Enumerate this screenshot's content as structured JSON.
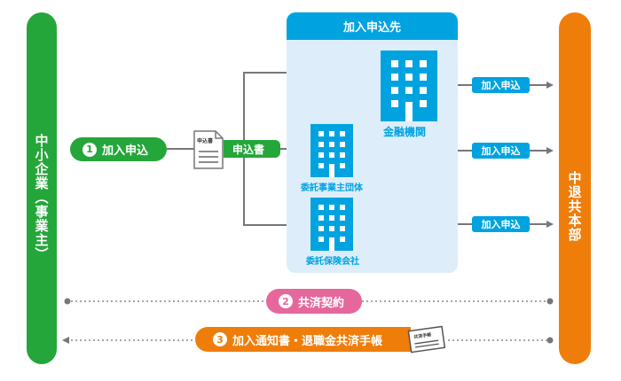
{
  "left_entity": {
    "label": "中小企業（事業主）",
    "color": "#25a63a"
  },
  "right_entity": {
    "label": "中退共本部",
    "color": "#ef7d0a"
  },
  "destination_box": {
    "title": "加入申込先",
    "header_color": "#00a3e0",
    "bg_color": "#ddeefa",
    "buildings": [
      {
        "label": "金融機関",
        "icon": "building-icon"
      },
      {
        "label": "委託事業主団体",
        "icon": "building-icon"
      },
      {
        "label": "委託保険会社",
        "icon": "building-icon"
      }
    ]
  },
  "steps": [
    {
      "number": "1",
      "label": "加入申込",
      "color": "#25a63a"
    },
    {
      "number": "2",
      "label": "共済契約",
      "color": "#e5679c"
    },
    {
      "number": "3",
      "label": "加入通知書・退職金共済手帳",
      "color": "#ef7d0a"
    }
  ],
  "application_form": {
    "doc_label": "申込書",
    "tag_label": "申込書"
  },
  "handbook_doc": {
    "doc_label": "共済手帳"
  },
  "output_tags": [
    "加入申込",
    "加入申込",
    "加入申込"
  ]
}
